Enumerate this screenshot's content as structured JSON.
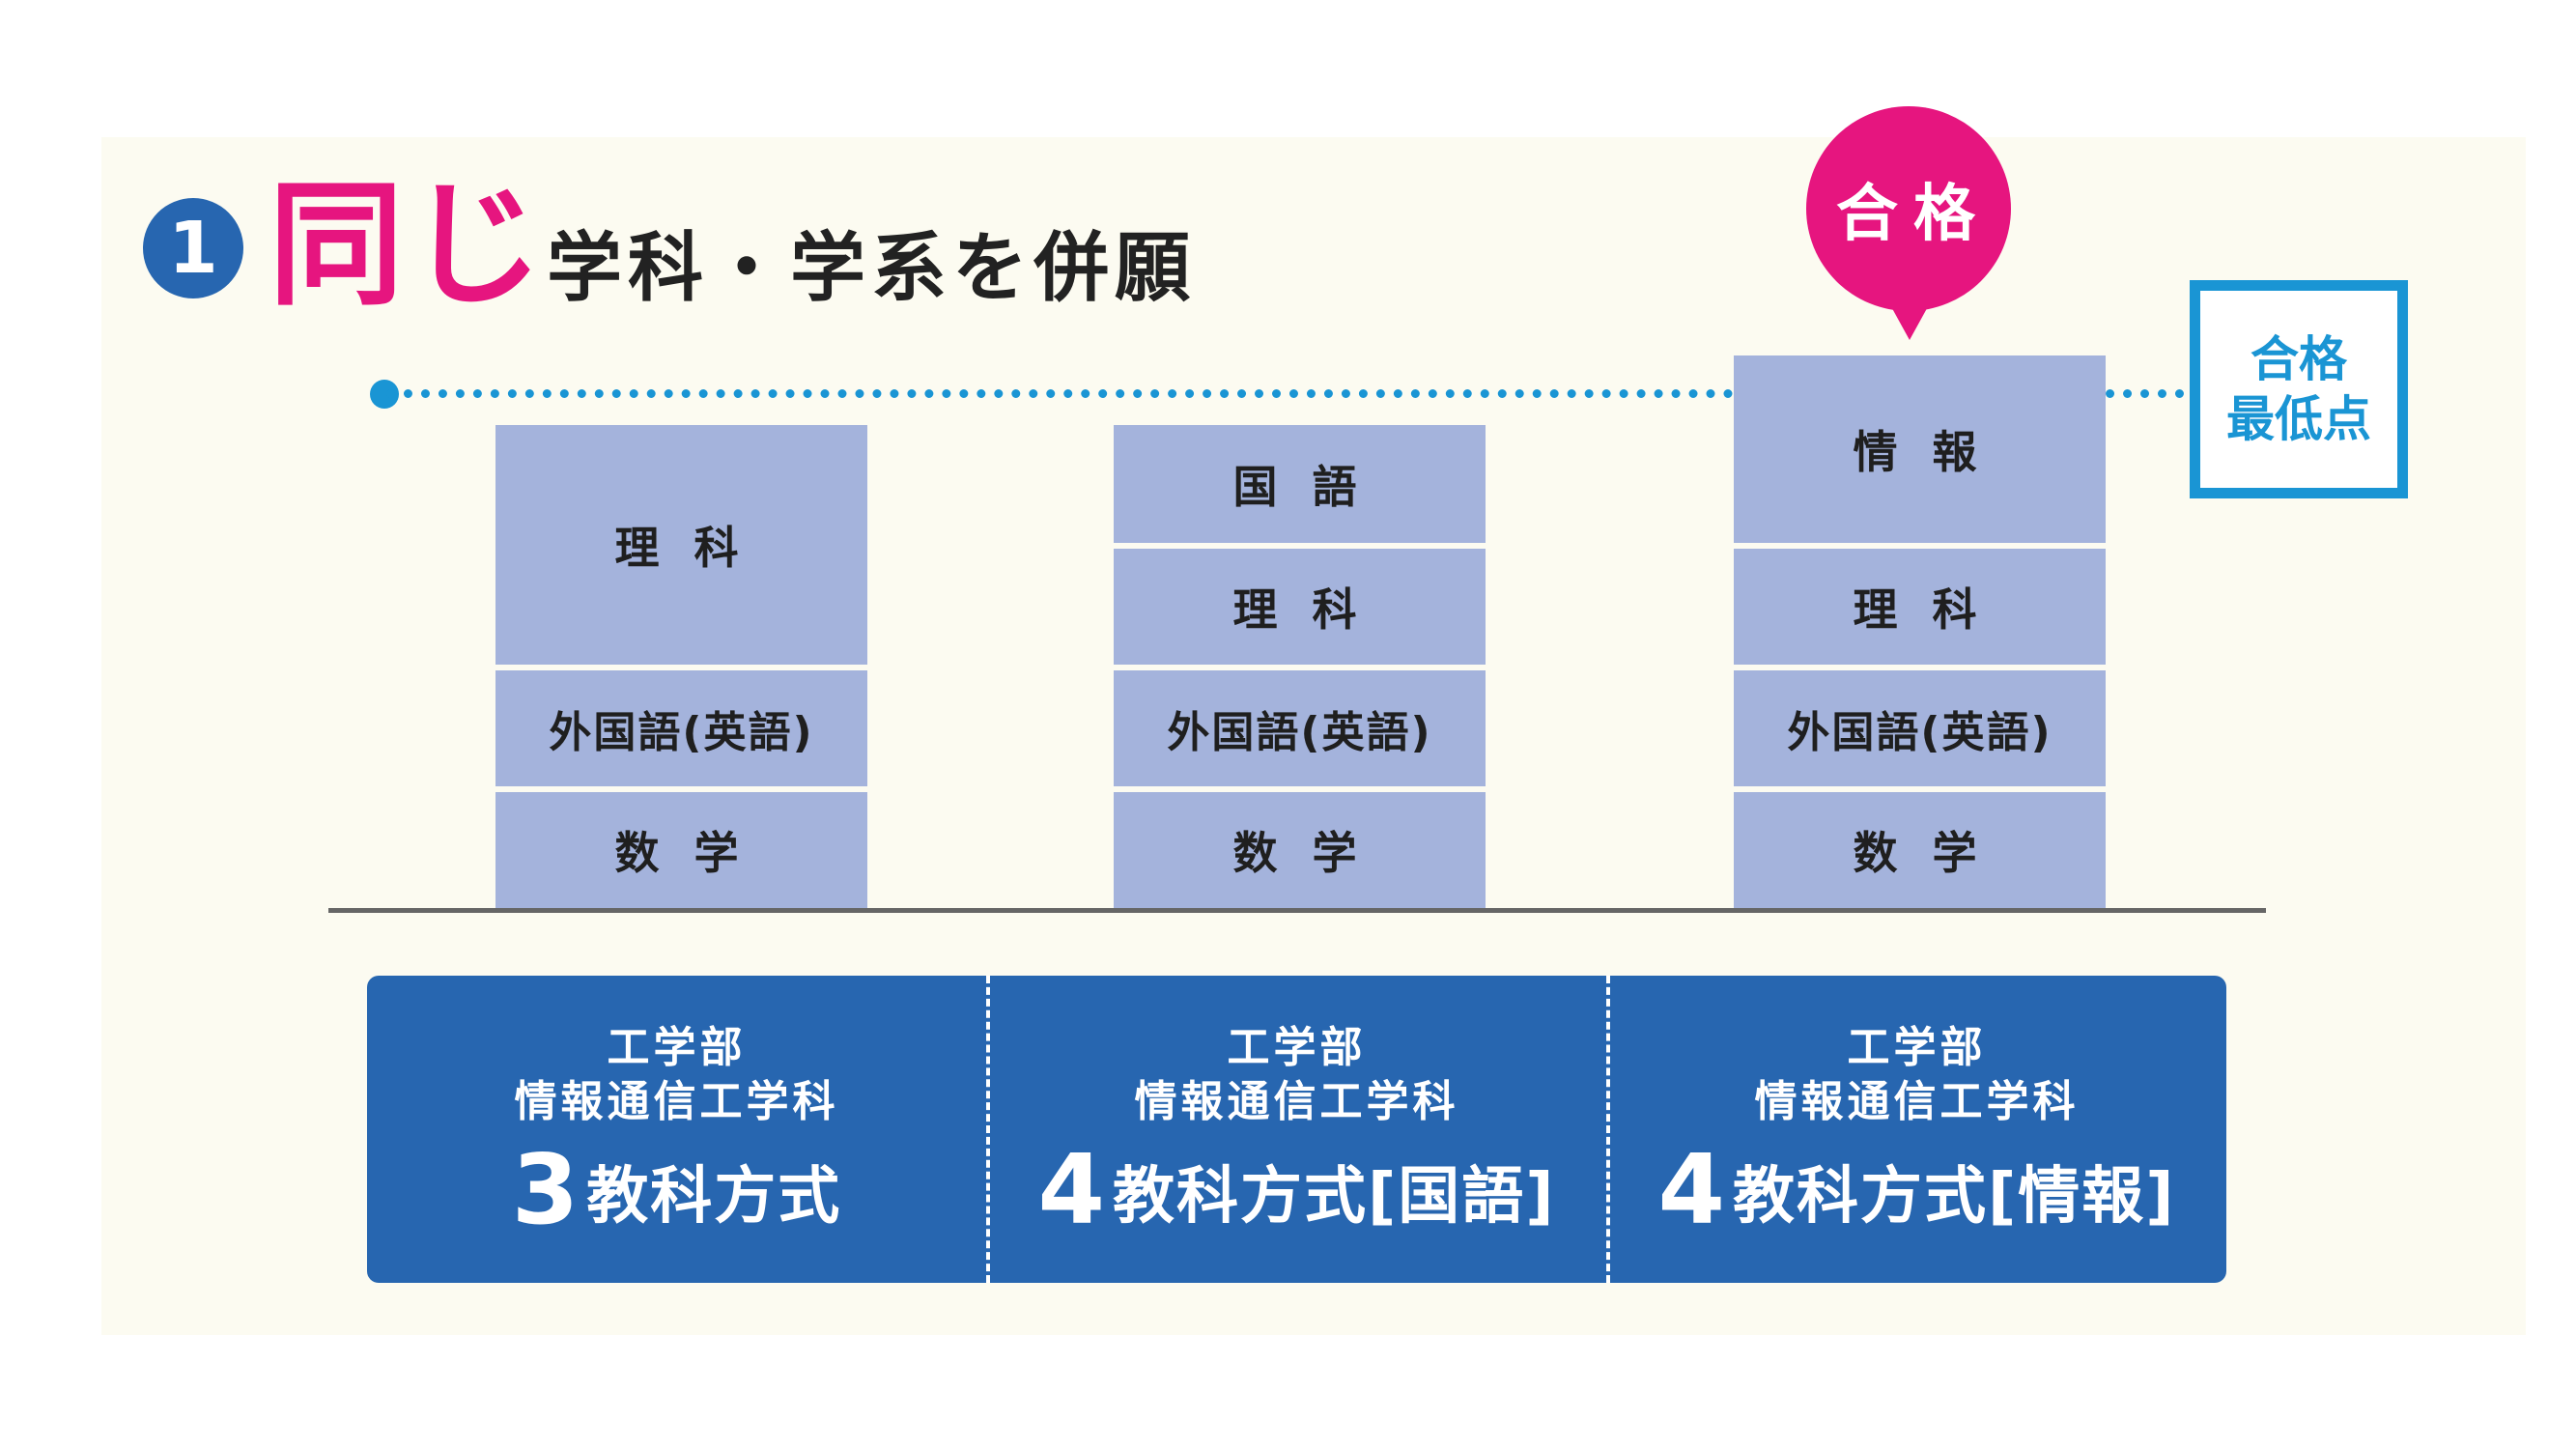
{
  "title": {
    "number": "1",
    "emphasis": "同じ",
    "rest": "学科・学系を併願"
  },
  "pass_badge": "合格",
  "min_score_label": [
    "合格",
    "最低点"
  ],
  "columns": [
    {
      "blocks": [
        "理 科",
        "外国語(英語)",
        "数 学"
      ]
    },
    {
      "blocks": [
        "国 語",
        "理 科",
        "外国語(英語)",
        "数 学"
      ]
    },
    {
      "blocks": [
        "情 報",
        "理 科",
        "外国語(英語)",
        "数 学"
      ]
    }
  ],
  "methods": [
    {
      "faculty": "工学部",
      "department": "情報通信工学科",
      "count": "3",
      "label": "教科方式"
    },
    {
      "faculty": "工学部",
      "department": "情報通信工学科",
      "count": "4",
      "label": "教科方式[国語]"
    },
    {
      "faculty": "工学部",
      "department": "情報通信工学科",
      "count": "4",
      "label": "教科方式[情報]"
    }
  ],
  "colors": {
    "pink": "#e6157f",
    "blue": "#2766b0",
    "line_blue": "#1a95d4",
    "block": "#a4b3dc",
    "background": "#fcfbf1"
  }
}
